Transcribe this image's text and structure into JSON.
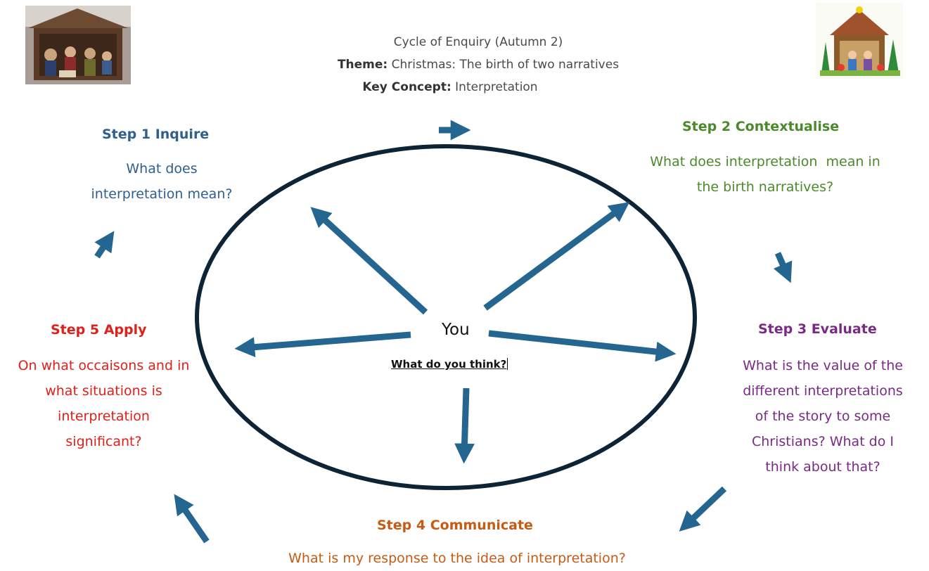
{
  "header": {
    "title": "Cycle of Enquiry (Autumn 2)",
    "theme_label": "Theme:",
    "theme_value": "Christmas: The birth of two narratives",
    "concept_label": "Key Concept:",
    "concept_value": "Interpretation"
  },
  "center": {
    "you": "You",
    "question": "What do you think?"
  },
  "steps": [
    {
      "title": "Step 1 Inquire",
      "lines": [
        "What does",
        "interpretation mean?"
      ]
    },
    {
      "title": "Step 2 Contextualise",
      "lines": [
        "What does interpretation  mean in",
        "the birth narratives?"
      ]
    },
    {
      "title": "Step 3 Evaluate",
      "lines": [
        "What is the value of the",
        "different interpretations",
        "of the story to some",
        "Christians? What do I",
        "think about that?"
      ]
    },
    {
      "title": "Step 4 Communicate",
      "lines": [
        "What is my response to the idea of interpretation?"
      ]
    },
    {
      "title": "Step 5 Apply",
      "lines": [
        "On what occaisons and in",
        "what situations is",
        "interpretation",
        "significant?"
      ]
    }
  ],
  "colors": {
    "arrow": "#256690",
    "ellipse": "#0d2336",
    "step1": "#2e5f8f",
    "step2": "#4b8a2a",
    "step3": "#7a2a86",
    "step4": "#c75a14",
    "step5": "#e0201a"
  }
}
